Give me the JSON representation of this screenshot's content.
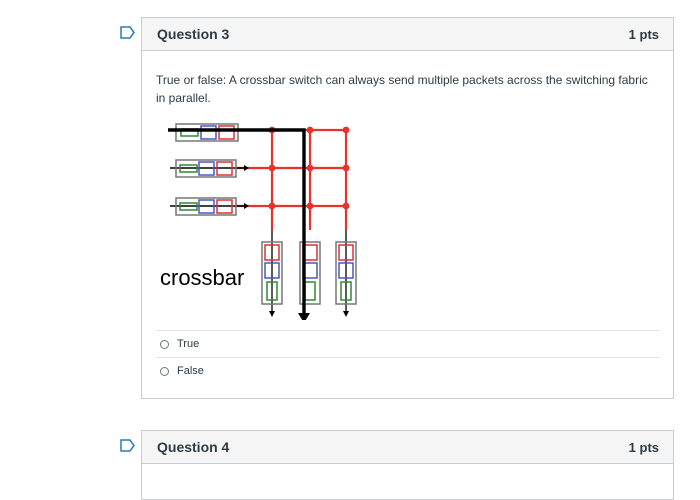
{
  "questions": [
    {
      "title": "Question 3",
      "points": "1 pts",
      "text": "True or false: A crossbar switch can always send multiple packets across the switching fabric in parallel.",
      "figure_label": "crossbar",
      "answers": [
        "True",
        "False"
      ]
    },
    {
      "title": "Question 4",
      "points": "1 pts"
    }
  ],
  "colors": {
    "crossbar_line": "#e8322a",
    "packet_green": "#2e8b2e",
    "packet_blue": "#4a55c8",
    "packet_red": "#e03030",
    "path_black": "#000000"
  }
}
